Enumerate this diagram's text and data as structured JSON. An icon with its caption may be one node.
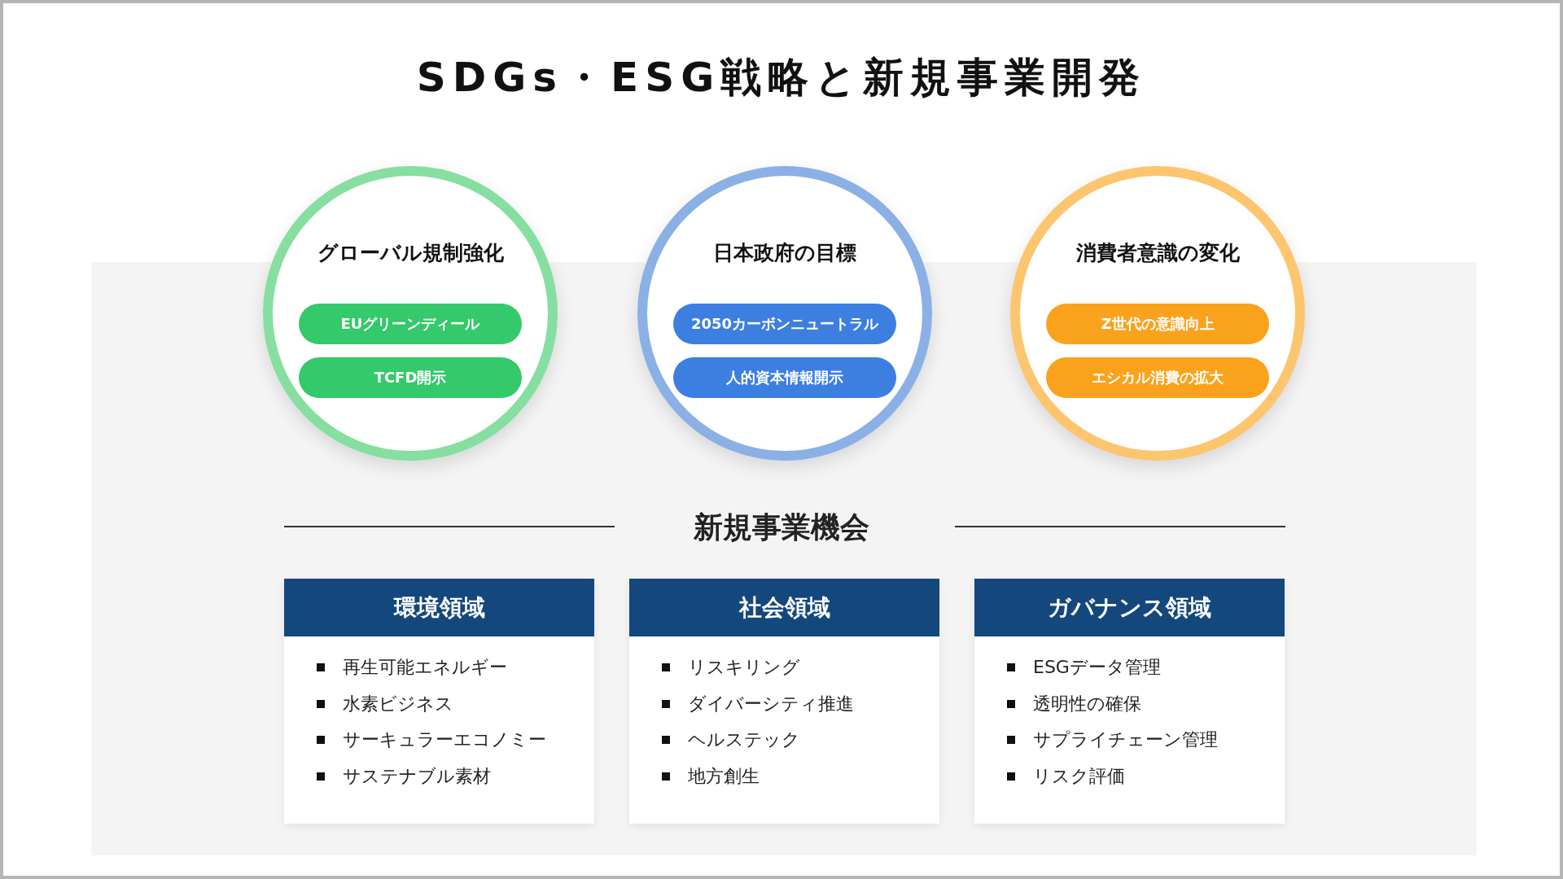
{
  "diagram": {
    "title": "SDGs・ESG戦略と新規事業開発",
    "nodes": [
      {
        "text": [
          "グローバル規制強化"
        ]
      },
      {
        "text": [
          "EUグリーンディール"
        ],
        "in": 0
      },
      {
        "text": [
          "TCFD開示"
        ],
        "in": 0
      },
      {
        "text": [
          "日本政府の目標"
        ]
      },
      {
        "text": [
          "2050カーボンニュートラル"
        ],
        "in": 3
      },
      {
        "text": [
          "人的資本情報開示"
        ],
        "in": 3
      },
      {
        "text": [
          "消費者意識の変化"
        ]
      },
      {
        "text": [
          "Z世代の意識向上"
        ],
        "in": 6
      },
      {
        "text": [
          "エシカル消費の拡大"
        ],
        "in": 6
      },
      {
        "text": [
          "環境領域",
          "再生可能エネルギー",
          "水素ビジネス",
          "サーキュラーエコノミー",
          "サステナブル素材"
        ]
      },
      {
        "text": [
          "社会領域",
          "リスキリング",
          "ダイバーシティ推進",
          "ヘルステック",
          "地方創生"
        ]
      },
      {
        "text": [
          "ガバナンス領域",
          "ESGデータ管理",
          "透明性の確保",
          "サプライチェーン管理",
          "リスク評価"
        ]
      }
    ],
    "labels": [
      "新規事業機会"
    ]
  }
}
